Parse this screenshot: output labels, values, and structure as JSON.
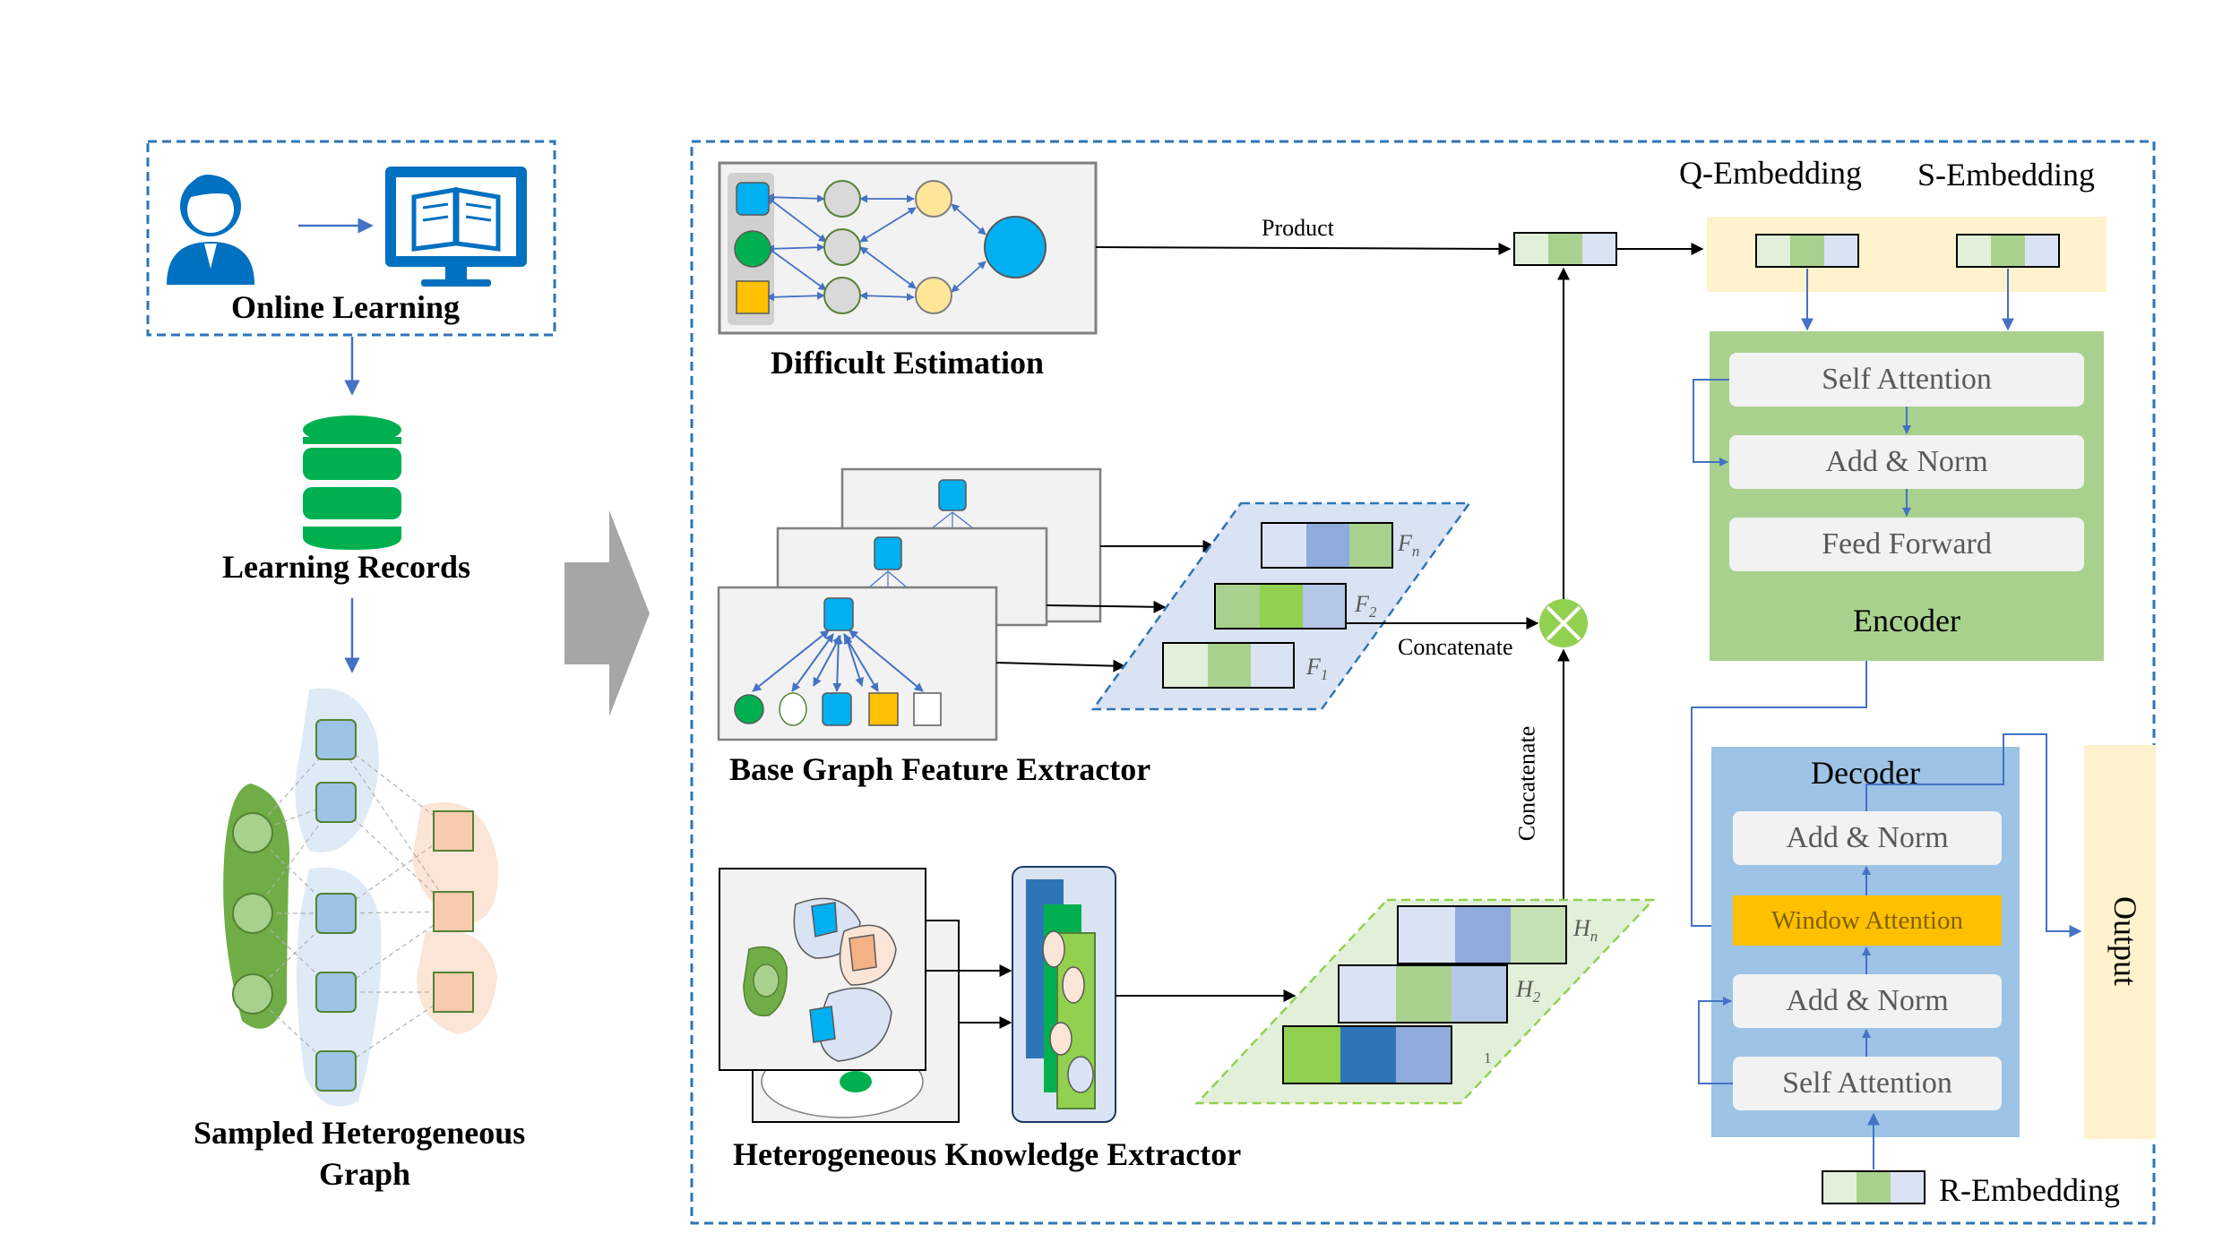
{
  "left_panel": {
    "online_learning": "Online Learning",
    "learning_records": "Learning Records",
    "sampled_graph_line1": "Sampled Heterogeneous",
    "sampled_graph_line2": "Graph"
  },
  "main_panel": {
    "difficult_estimation": "Difficult Estimation",
    "product": "Product",
    "base_graph": "Base Graph Feature Extractor",
    "concatenate_h": "Concatenate",
    "concatenate_v": "Concatenate",
    "hetero_extractor": "Heterogeneous Knowledge Extractor",
    "q_embedding": "Q-Embedding",
    "s_embedding": "S-Embedding",
    "r_embedding": "R-Embedding",
    "output": "Output",
    "f_labels": [
      "F",
      "F",
      "F"
    ],
    "f_subs": [
      "n",
      "2",
      "1"
    ],
    "h_labels": [
      "H",
      "H"
    ],
    "h_subs": [
      "n",
      "2"
    ],
    "h1_sub": "1"
  },
  "encoder": {
    "title": "Encoder",
    "self_attention": "Self Attention",
    "add_norm": "Add & Norm",
    "feed_forward": "Feed Forward"
  },
  "decoder": {
    "title": "Decoder",
    "add_norm_top": "Add & Norm",
    "window_attention": "Window Attention",
    "add_norm_bottom": "Add & Norm",
    "self_attention": "Self Attention"
  },
  "colors": {
    "frame_blue": "#2e75b6",
    "arrow_blue": "#4472c4",
    "encoder_green": "#a9d18e",
    "decoder_blue": "#9dc3e6",
    "embedding_bg": "#fff2cc",
    "window_attention": "#ffc000",
    "db_green": "#00b050",
    "node_blue": "#00b0f0"
  }
}
